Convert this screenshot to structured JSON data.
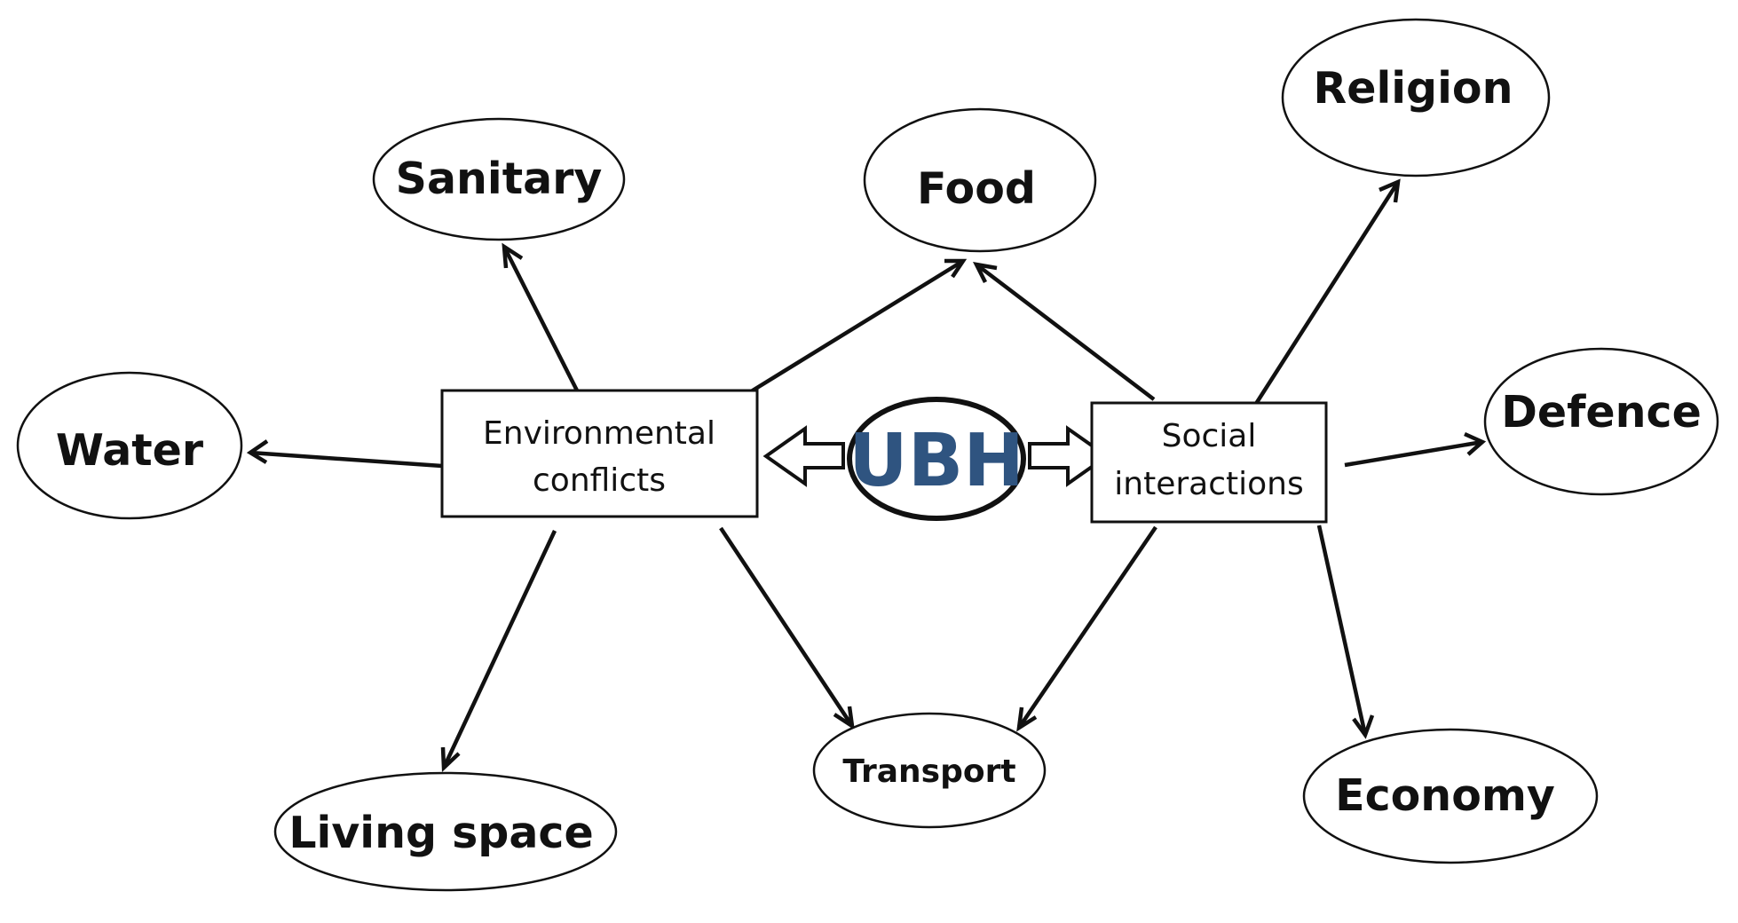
{
  "hub": {
    "label": "UBH",
    "color": "#2f5480"
  },
  "boxes": {
    "environmental": [
      "Environmental",
      "conflicts"
    ],
    "social": [
      "Social",
      "interactions"
    ]
  },
  "nodes": {
    "sanitary": "Sanitary",
    "water": "Water",
    "living_space": "Living space",
    "food": "Food",
    "transport": "Transport",
    "religion": "Religion",
    "defence": "Defence",
    "economy": "Economy"
  }
}
